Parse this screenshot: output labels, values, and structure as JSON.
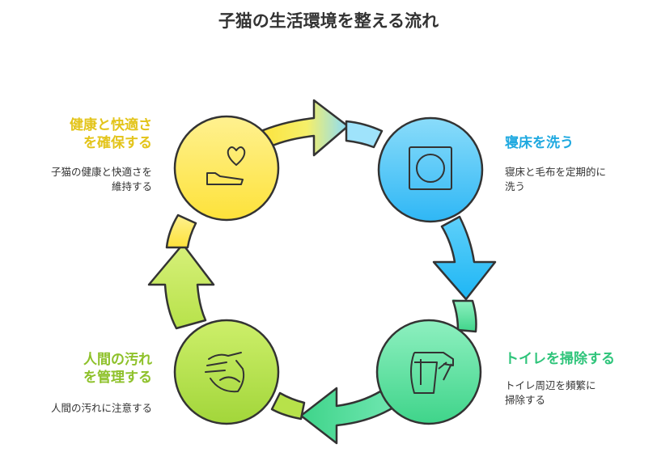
{
  "title": "子猫の生活環境を整える流れ",
  "steps": [
    {
      "id": "wash-bedding",
      "label": "寝床を洗う",
      "desc_line1": "寝床と毛布を定期的に",
      "desc_line2": "洗う",
      "color": "#1fa9e0",
      "icon": "washing-machine-icon"
    },
    {
      "id": "clean-toilet",
      "label": "トイレを掃除する",
      "desc_line1": "トイレ周辺を頻繁に",
      "desc_line2": "掃除する",
      "color": "#2ec47a",
      "icon": "toilet-paper-icon"
    },
    {
      "id": "manage-human-dirt",
      "label_line1": "人間の汚れ",
      "label_line2": "を管理する",
      "desc": "人間の汚れに注意する",
      "color": "#8ec12a",
      "icon": "washing-hands-icon"
    },
    {
      "id": "ensure-comfort",
      "label_line1": "健康と快適さ",
      "label_line2": "を確保する",
      "desc_line1": "子猫の健康と快適さを",
      "desc_line2": "維持する",
      "color": "#e3c41a",
      "icon": "hand-heart-icon"
    }
  ]
}
